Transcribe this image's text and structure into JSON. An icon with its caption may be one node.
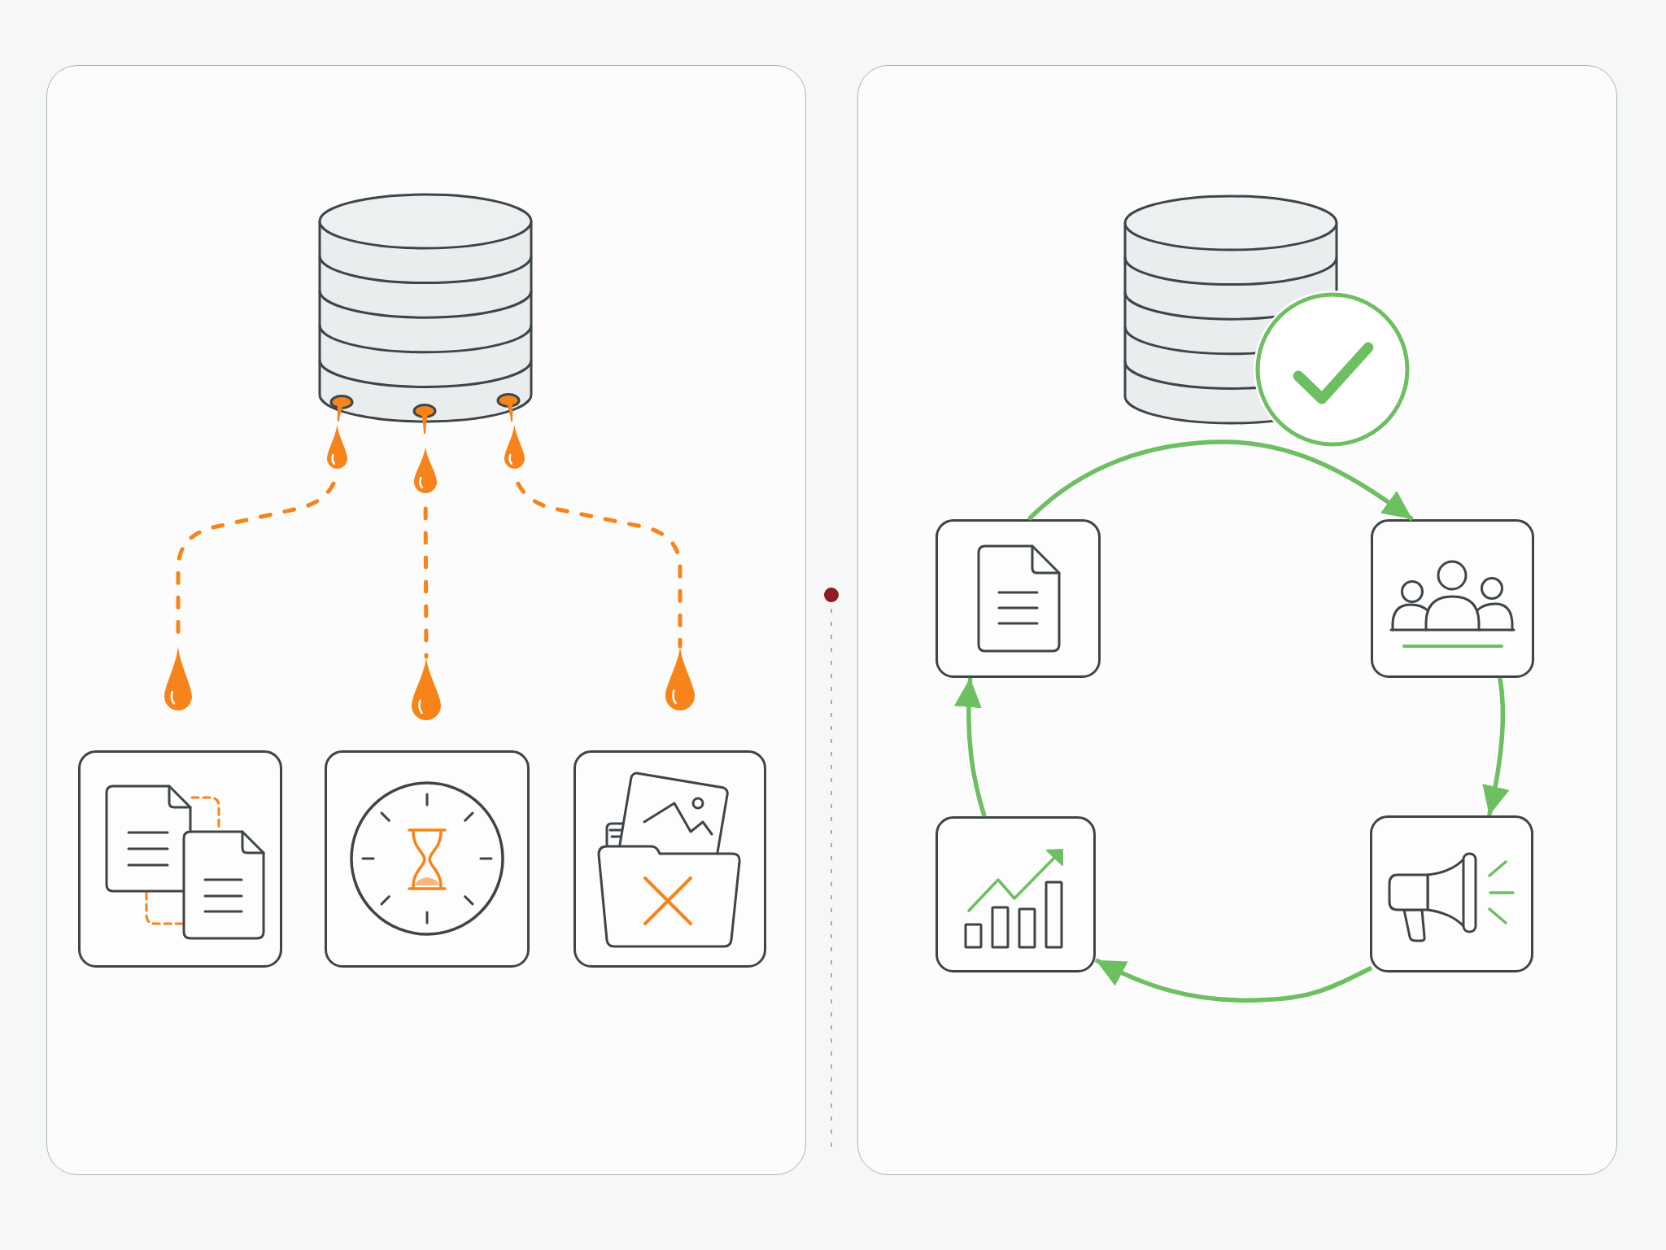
{
  "diagram": {
    "nodes": [
      {
        "text": [],
        "shape": "box"
      },
      {
        "text": [],
        "shape": "cylinder",
        "in": 0
      },
      {
        "text": [],
        "shape": "drop",
        "in": 0
      },
      {
        "text": [],
        "shape": "drop",
        "in": 0
      },
      {
        "text": [],
        "shape": "drop",
        "in": 0
      },
      {
        "text": [],
        "shape": "drop",
        "in": 0
      },
      {
        "text": [],
        "shape": "drop",
        "in": 0
      },
      {
        "text": [],
        "shape": "drop",
        "in": 0
      },
      {
        "text": [],
        "shape": "box",
        "in": 0
      },
      {
        "text": [],
        "shape": "box",
        "in": 0
      },
      {
        "text": [],
        "shape": "box",
        "in": 0
      },
      {
        "text": [],
        "shape": "box"
      },
      {
        "text": [],
        "shape": "cylinder",
        "in": 11
      },
      {
        "text": [],
        "shape": "box",
        "in": 11
      },
      {
        "text": [],
        "shape": "box",
        "in": 11
      },
      {
        "text": [],
        "shape": "box",
        "in": 11
      },
      {
        "text": [],
        "shape": "box",
        "in": 11
      }
    ],
    "edges": [
      {
        "from": 2,
        "to": 5,
        "arrow": "none",
        "style": "dashed",
        "color": "#f6841a"
      },
      {
        "from": 3,
        "to": 6,
        "arrow": "none",
        "style": "dashed",
        "color": "#f6841a"
      },
      {
        "from": 4,
        "to": 7,
        "arrow": "none",
        "style": "dashed",
        "color": "#f6841a"
      },
      {
        "from": 13,
        "to": 14,
        "arrow": "to"
      },
      {
        "from": 14,
        "to": 16,
        "arrow": "to"
      },
      {
        "from": 16,
        "to": 15,
        "arrow": "to"
      },
      {
        "from": 15,
        "to": 13,
        "arrow": "to"
      }
    ]
  }
}
